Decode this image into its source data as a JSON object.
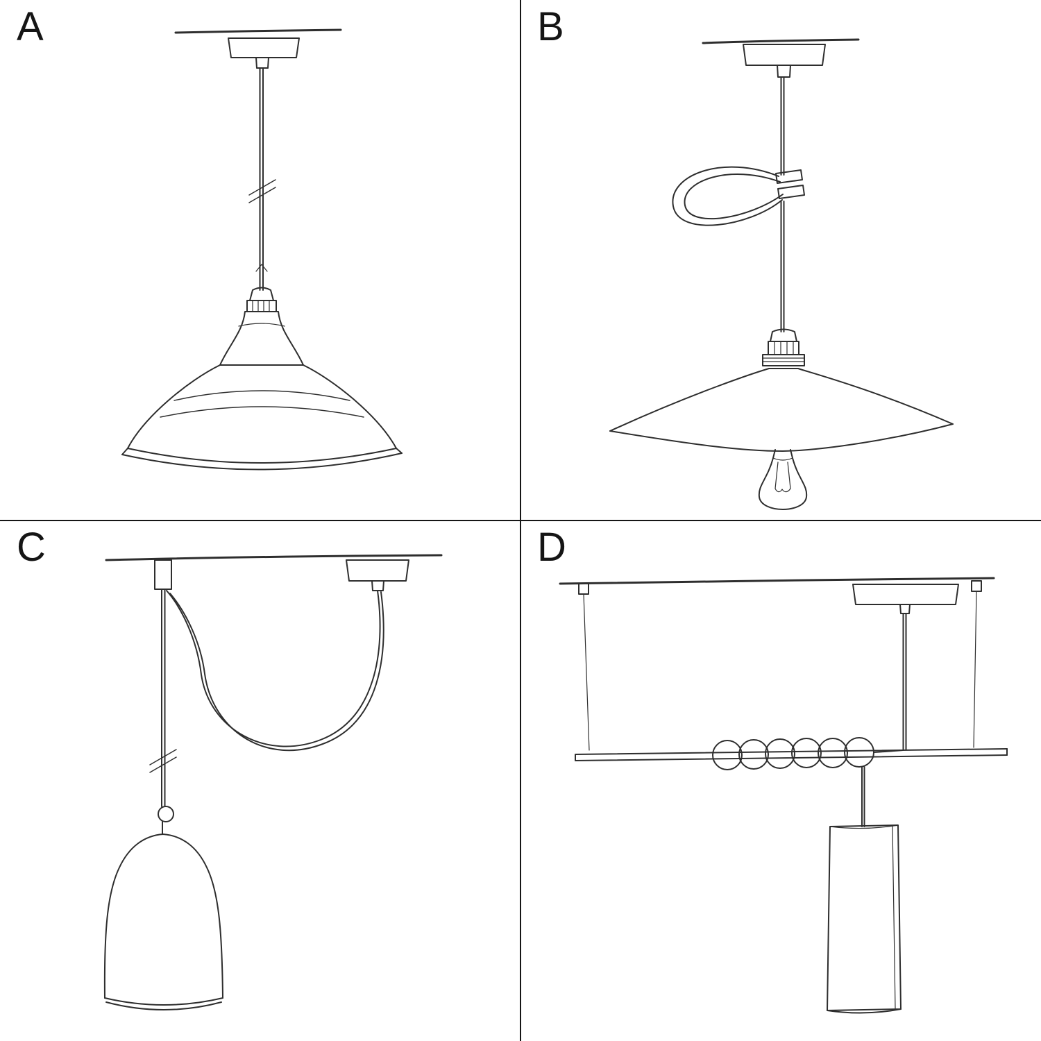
{
  "panels": [
    {
      "label": "A",
      "illustration": "pendant-straight-cable-industrial-bowl-shade"
    },
    {
      "label": "B",
      "illustration": "pendant-with-cable-clip-loop-plate-shade-and-bulb"
    },
    {
      "label": "C",
      "illustration": "swag-pendant-over-hook-with-knot-and-bell-shade"
    },
    {
      "label": "D",
      "illustration": "suspended-bar-with-coiled-cable-and-tube-pendant"
    }
  ],
  "colors": {
    "ink": "#2e2e2e",
    "divider": "#161616",
    "background": "#ffffff"
  }
}
